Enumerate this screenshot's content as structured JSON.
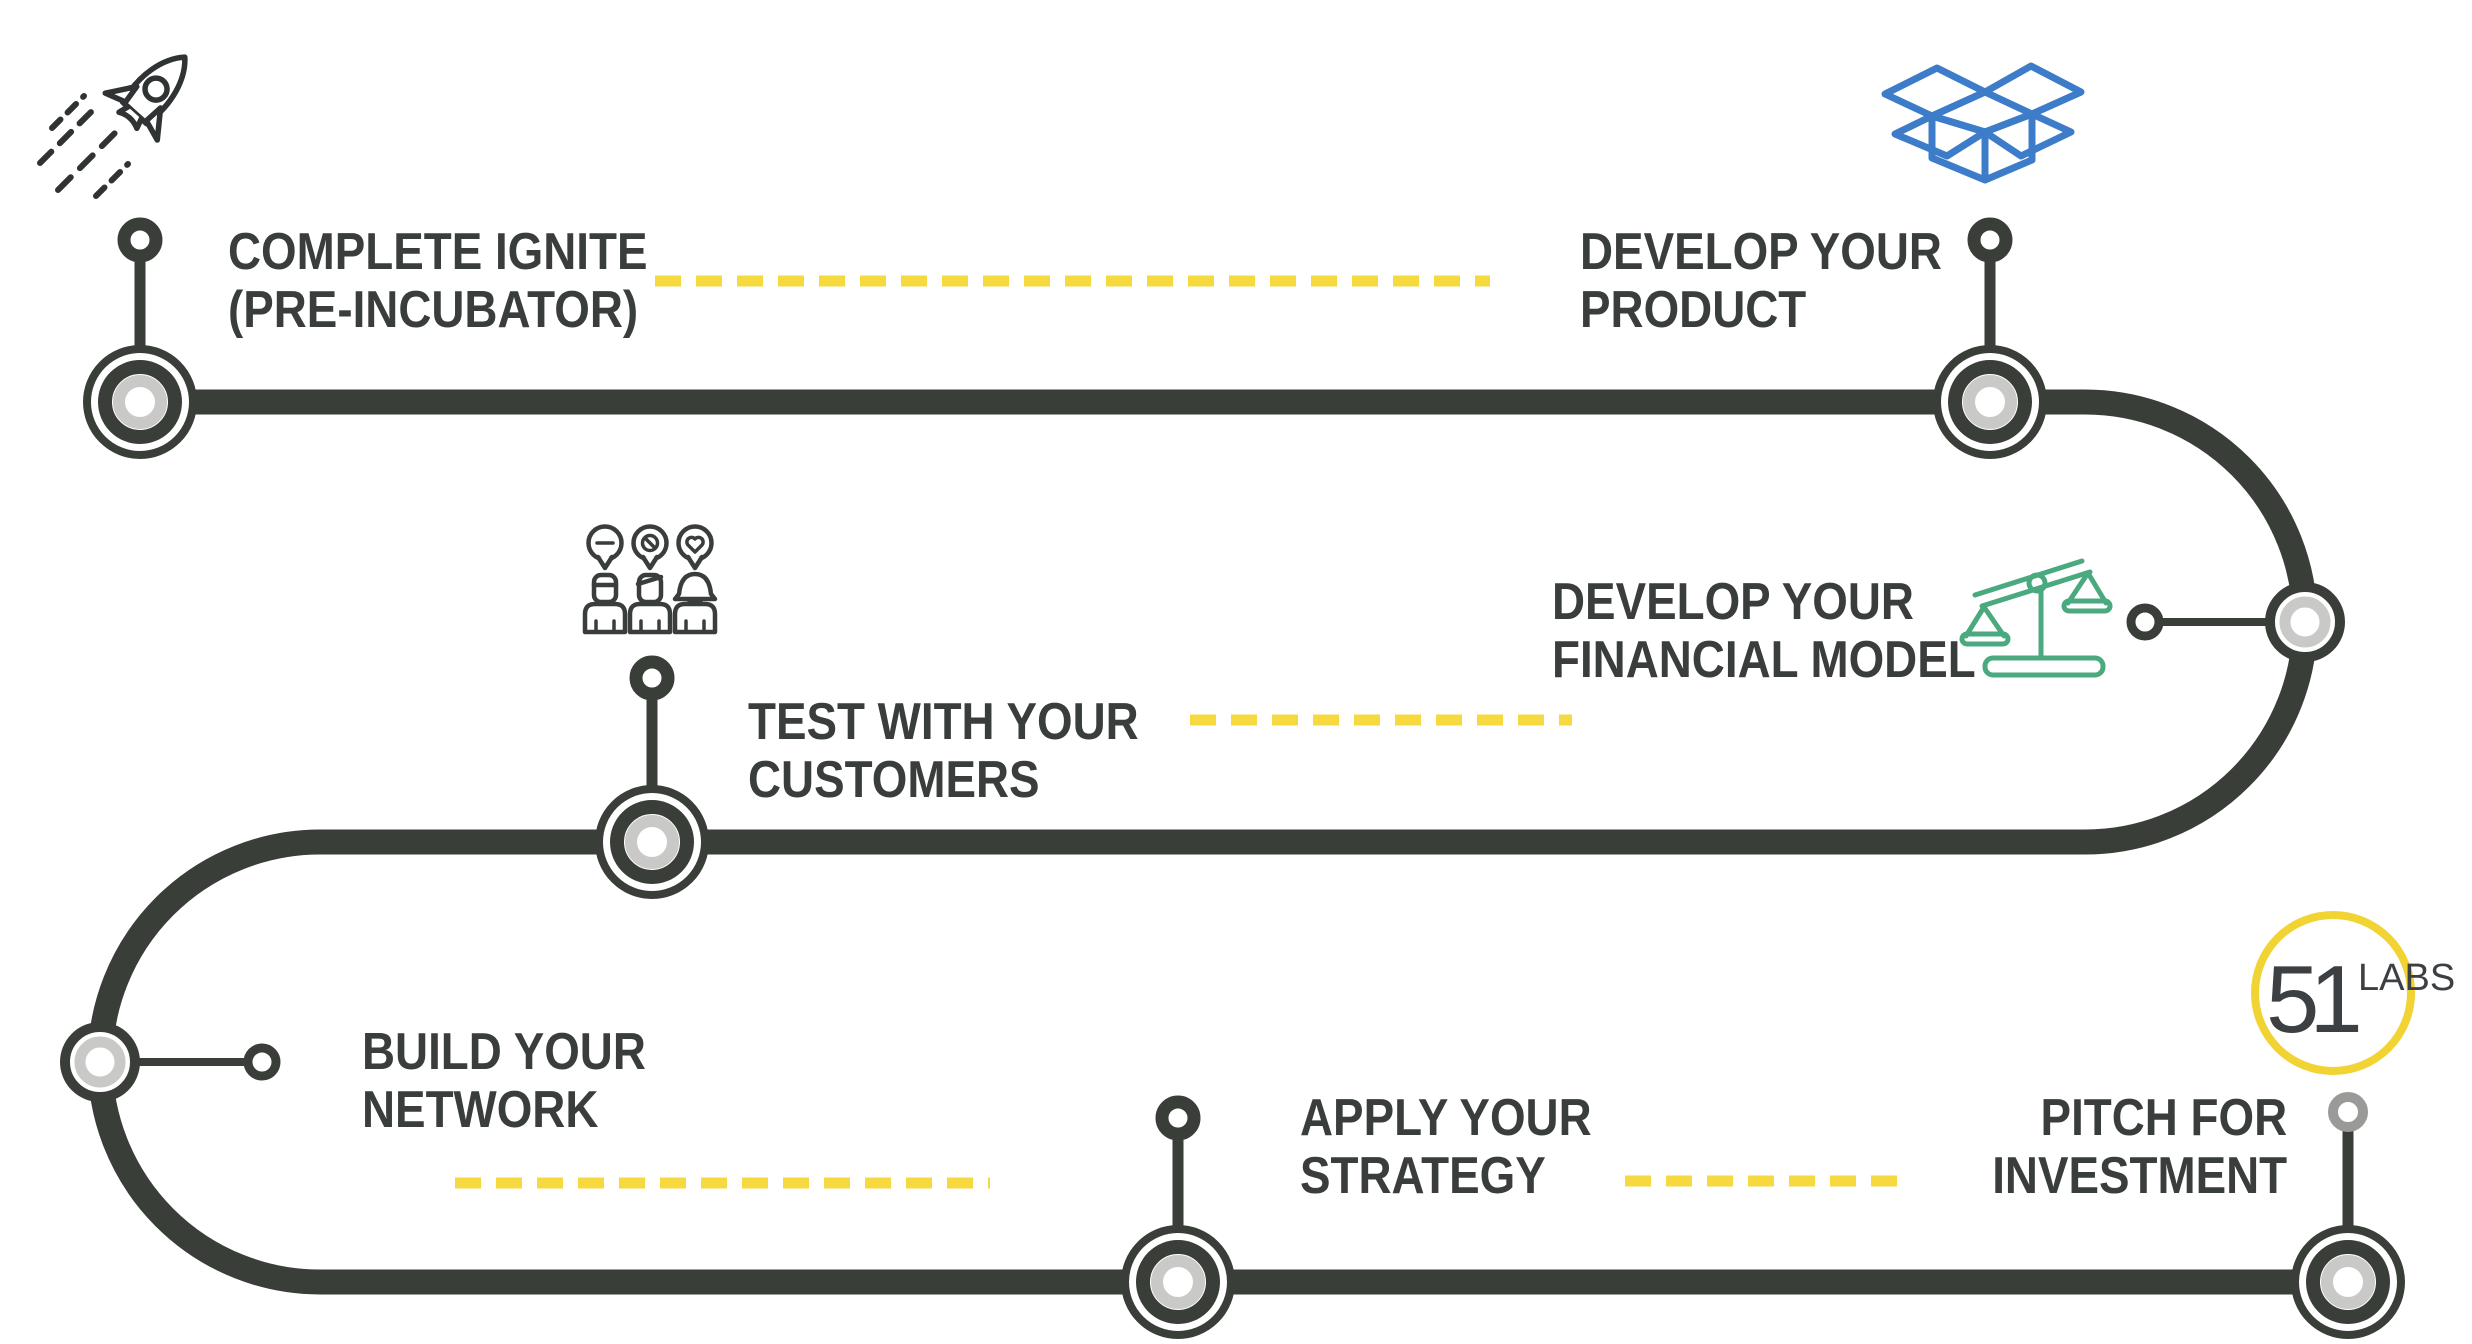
{
  "diagram": {
    "type": "startup-incubator-journey-roadmap",
    "stages": [
      {
        "line1": "COMPLETE IGNITE",
        "line2": "(PRE-INCUBATOR)",
        "icon": "rocket-icon"
      },
      {
        "line1": "DEVELOP YOUR",
        "line2": "PRODUCT",
        "icon": "open-box-icon"
      },
      {
        "line1": "DEVELOP YOUR",
        "line2": "FINANCIAL MODEL",
        "icon": "balance-scale-icon"
      },
      {
        "line1": "TEST WITH YOUR",
        "line2": "CUSTOMERS",
        "icon": "customer-feedback-icon"
      },
      {
        "line1": "BUILD YOUR",
        "line2": "NETWORK"
      },
      {
        "line1": "APPLY YOUR",
        "line2": "STRATEGY"
      },
      {
        "line1": "PITCH FOR",
        "line2": "INVESTMENT",
        "icon": "51labs-logo"
      }
    ]
  },
  "logo": {
    "number": "51",
    "text": "LABS"
  },
  "colors": {
    "path": "#3a3e38",
    "ringGray": "#c9c9c7",
    "dashYellow": "#f5d93e",
    "textDark": "#393d3b",
    "iconBlue": "#3d7cc9",
    "iconGreen": "#4aa97e",
    "logoYellow": "#f2d334",
    "pitchGray": "#9a9a98",
    "bg": "#ffffff"
  }
}
